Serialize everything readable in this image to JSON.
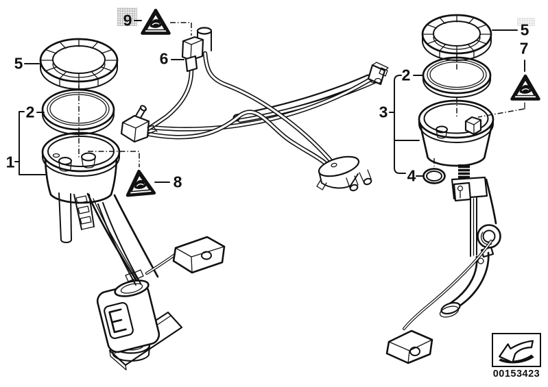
{
  "colors": {
    "line": "#111111",
    "background": "#ffffff",
    "stipple": "#c2c2c2"
  },
  "callouts": [
    {
      "id": "1",
      "label": "1"
    },
    {
      "id": "2-left",
      "label": "2"
    },
    {
      "id": "5-left",
      "label": "5"
    },
    {
      "id": "6",
      "label": "6"
    },
    {
      "id": "8",
      "label": "8"
    },
    {
      "id": "9",
      "label": "9"
    },
    {
      "id": "2-right",
      "label": "2"
    },
    {
      "id": "3",
      "label": "3"
    },
    {
      "id": "4",
      "label": "4"
    },
    {
      "id": "5-right",
      "label": "5"
    },
    {
      "id": "7",
      "label": "7"
    }
  ],
  "icons": {
    "warning": "warning-triangle-icon",
    "stamp_arrow": "arrow-down-left-icon"
  },
  "stamp": {
    "code": "00153423"
  }
}
